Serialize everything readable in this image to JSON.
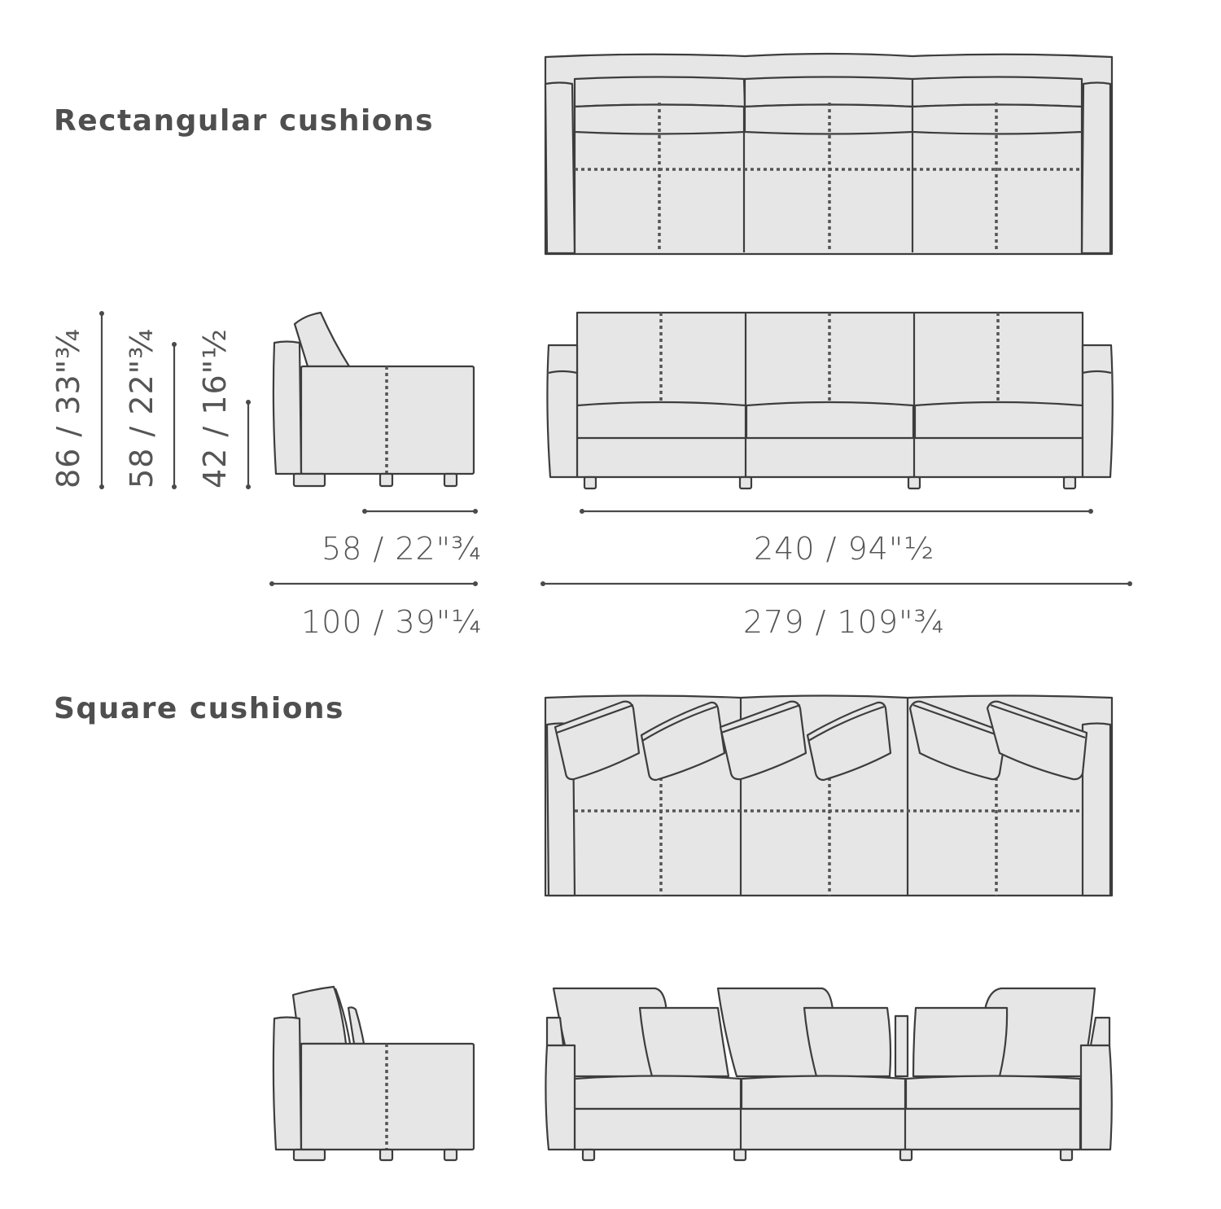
{
  "sections": {
    "rectangular": {
      "title": "Rectangular cushions"
    },
    "square": {
      "title": "Square cushions"
    }
  },
  "dimensions": {
    "heights": [
      {
        "label": "86 / 33\"¾",
        "cm": 86,
        "in": "33 3/4"
      },
      {
        "label": "58 / 22\"¾",
        "cm": 58,
        "in": "22 3/4"
      },
      {
        "label": "42 / 16\"½",
        "cm": 42,
        "in": "16 1/2"
      }
    ],
    "side": {
      "seat_depth": {
        "label": "58 / 22\"¾",
        "cm": 58,
        "in": "22 3/4"
      },
      "total_depth": {
        "label": "100 / 39\"¼",
        "cm": 100,
        "in": "39 1/4"
      }
    },
    "front": {
      "seat_width": {
        "label": "240 / 94\"½",
        "cm": 240,
        "in": "94 1/2"
      },
      "total_width": {
        "label": "279 / 109\"¾",
        "cm": 279,
        "in": "109 3/4"
      }
    }
  },
  "colors": {
    "line": "#3d3d3d",
    "fill": "#e6e6e6",
    "text": "#555555",
    "background": "#ffffff"
  }
}
